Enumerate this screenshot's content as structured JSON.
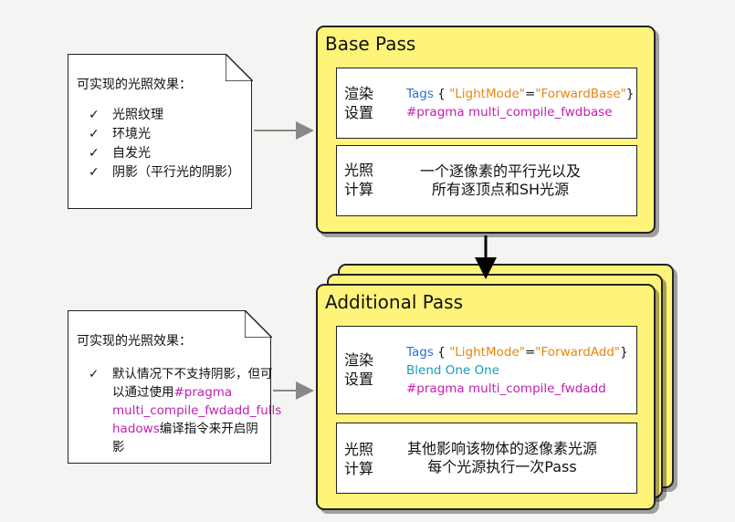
{
  "base_note": {
    "title": "可实现的光照效果：",
    "items": [
      "光照纹理",
      "环境光",
      "自发光",
      "阴影（平行光的阴影）"
    ]
  },
  "add_note": {
    "title": "可实现的光照效果：",
    "text_plain": "默认情况下不支持阴影，但可以通过使用",
    "text_code_1": "#pragma",
    "text_code_2": "multi_compile_fwdadd_fulls",
    "text_code_3": "hadows",
    "text_tail_1": "编译指令来开启阴",
    "text_tail_2": "影",
    "check": "✓"
  },
  "base_pass": {
    "title": "Base Pass",
    "render_label_1": "渲染",
    "render_label_2": "设置",
    "tags_kw": "Tags",
    "tags_open": " { ",
    "tags_key": "\"LightMode\"",
    "tags_eq": "=",
    "tags_val": "\"ForwardBase\"",
    "tags_close": "}",
    "pragma": "#pragma multi_compile_fwdbase",
    "calc_label_1": "光照",
    "calc_label_2": "计算",
    "calc_desc_1": "一个逐像素的平行光以及",
    "calc_desc_2": "所有逐顶点和SH光源"
  },
  "add_pass": {
    "title": "Additional Pass",
    "render_label_1": "渲染",
    "render_label_2": "设置",
    "tags_kw": "Tags",
    "tags_open": " { ",
    "tags_key": "\"LightMode\"",
    "tags_eq": "=",
    "tags_val": "\"ForwardAdd\"",
    "tags_close": "}",
    "blend": "Blend One One",
    "pragma": "#pragma multi_compile_fwdadd",
    "calc_label_1": "光照",
    "calc_label_2": "计算",
    "calc_desc_1": "其他影响该物体的逐像素光源",
    "calc_desc_2": "每个光源执行一次Pass"
  },
  "colors": {
    "pass_fill": "#fff47a",
    "magenta": "#c41fb0",
    "blue": "#2a6fd6",
    "orange": "#e8860f",
    "teal": "#1a9bb8"
  }
}
